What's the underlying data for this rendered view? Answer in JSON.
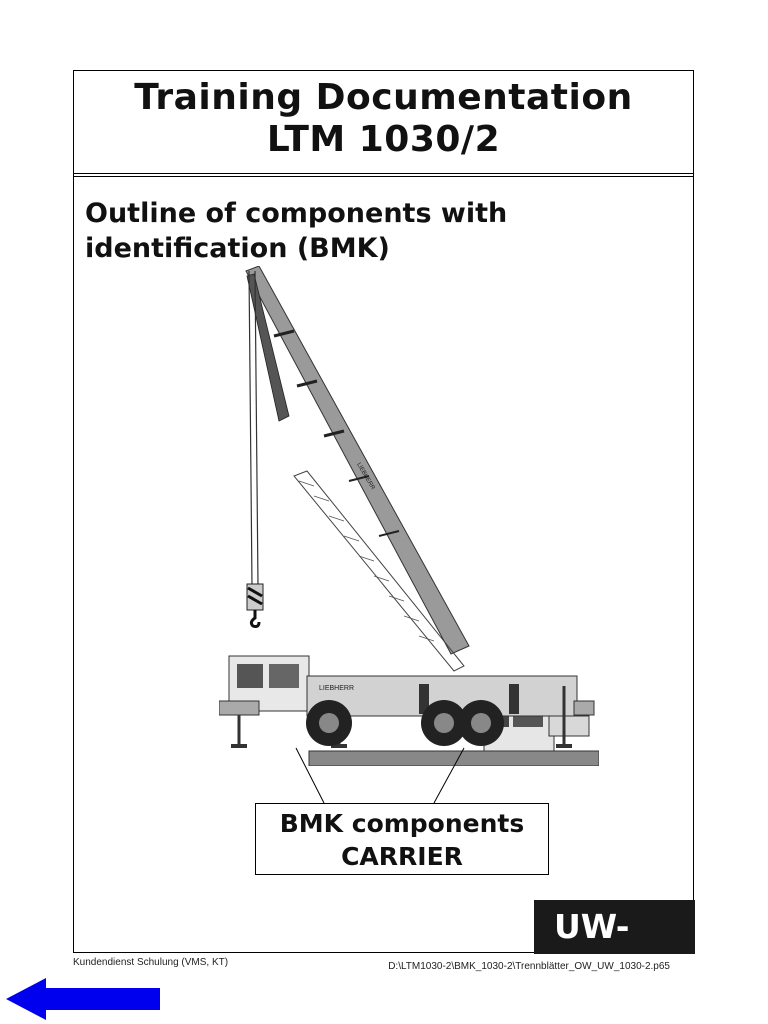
{
  "title": {
    "line1": "Training Documentation",
    "line2": "LTM 1030/2"
  },
  "subtitle": {
    "line1": "Outline of components with",
    "line2": "identification (BMK)"
  },
  "image": {
    "brand_text": "LIEBHERR"
  },
  "callout": {
    "line1": "BMK components",
    "line2": "CARRIER"
  },
  "section_tag": "UW-",
  "footer": {
    "left": "Kundendienst Schulung (VMS, KT)",
    "right": "D:\\LTM1030-2\\BMK_1030-2\\Trennblätter_OW_UW_1030-2.p65"
  },
  "colors": {
    "nav_arrow": "#0000ee",
    "tag_background": "#1a1a1a"
  },
  "icons": {
    "back": "left-arrow-icon"
  }
}
